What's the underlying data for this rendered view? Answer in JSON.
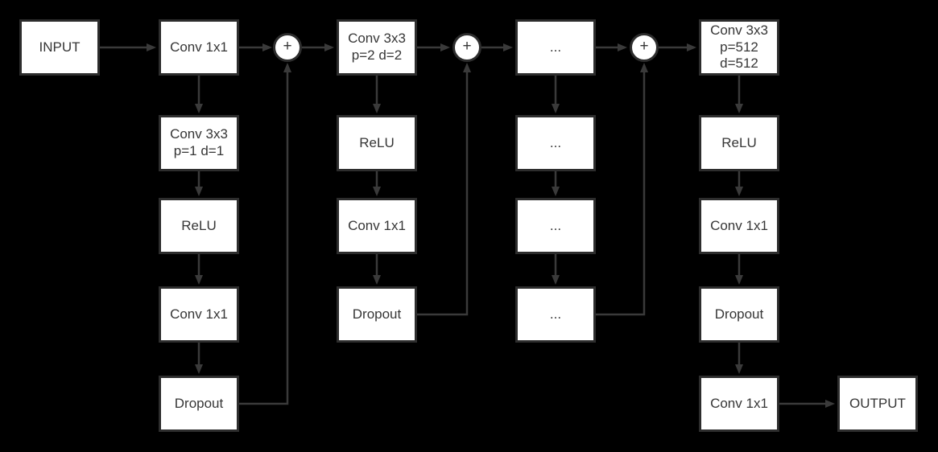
{
  "diagram": {
    "type": "neural-network-architecture",
    "input_label": "INPUT",
    "output_label": "OUTPUT",
    "plus_label": "+",
    "columns": [
      {
        "blocks": [
          "Conv 1x1",
          "Conv 3x3\np=1 d=1",
          "ReLU",
          "Conv 1x1",
          "Dropout"
        ]
      },
      {
        "blocks": [
          "Conv 3x3\np=2 d=2",
          "ReLU",
          "Conv 1x1",
          "Dropout"
        ]
      },
      {
        "blocks": [
          "...",
          "...",
          "...",
          "..."
        ]
      },
      {
        "blocks": [
          "Conv 3x3\np=512\nd=512",
          "ReLU",
          "Conv 1x1",
          "Dropout",
          "Conv 1x1"
        ]
      }
    ],
    "sum_nodes": [
      "+",
      "+",
      "+"
    ],
    "colors": {
      "background": "#000000",
      "node_fill": "#ffffff",
      "node_border": "#2d2d2d",
      "arrow": "#3a3a3a",
      "text": "#363636"
    }
  }
}
